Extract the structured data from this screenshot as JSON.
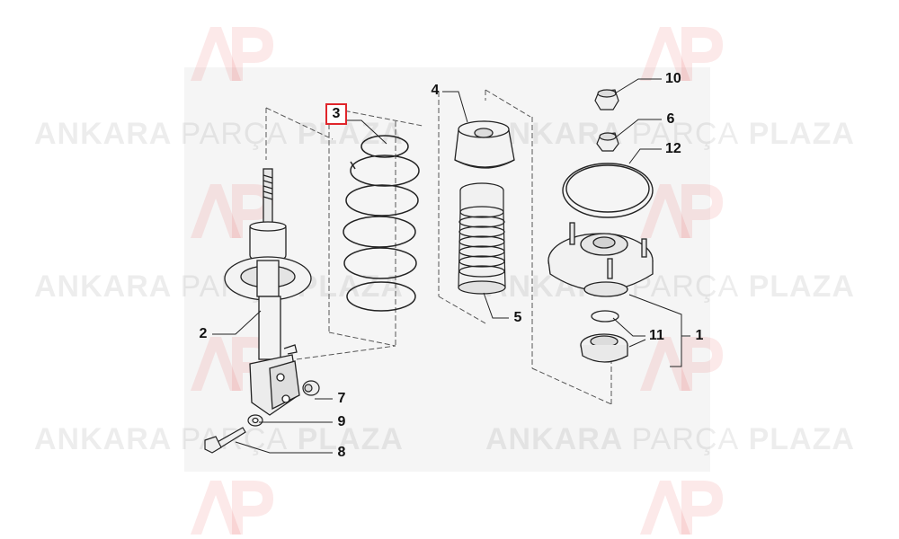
{
  "watermark": {
    "brand_bold_left": "ANKARA",
    "brand_light": "PARÇA",
    "brand_bold_right": "PLAZA",
    "logo_letters": "AP"
  },
  "callouts": {
    "spring": "3",
    "bump_stop_cap": "4",
    "nut_top": "10",
    "nut_mid": "6",
    "ring_large": "12",
    "strut": "2",
    "dust_boot": "5",
    "bearing": "11",
    "assembly": "1",
    "bushing": "7",
    "washer": "9",
    "bolt": "8"
  },
  "colors": {
    "accent": "#e0252b",
    "line": "#222222"
  }
}
